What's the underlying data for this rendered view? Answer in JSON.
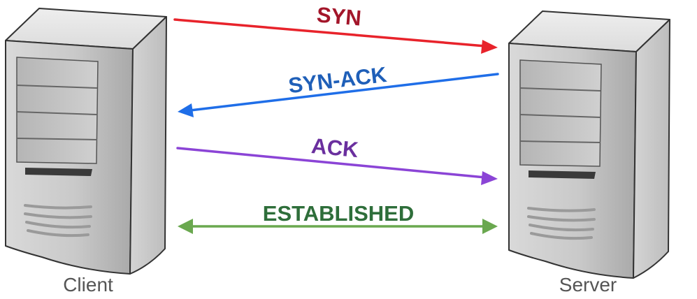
{
  "nodes": {
    "client": {
      "label": "Client",
      "icon": "server-tower-icon"
    },
    "server": {
      "label": "Server",
      "icon": "server-tower-icon"
    }
  },
  "messages": [
    {
      "id": "syn",
      "label": "SYN",
      "color": "#e8232b",
      "label_color": "#a3162a",
      "direction": "client-to-server"
    },
    {
      "id": "syn_ack",
      "label": "SYN-ACK",
      "color": "#1f6ee8",
      "label_color": "#1f5fb8",
      "direction": "server-to-client"
    },
    {
      "id": "ack",
      "label": "ACK",
      "color": "#8b44d6",
      "label_color": "#6a2f9e",
      "direction": "client-to-server"
    },
    {
      "id": "established",
      "label": "ESTABLISHED",
      "color": "#6aa84f",
      "label_color": "#2e6e3a",
      "direction": "bidirectional"
    }
  ]
}
